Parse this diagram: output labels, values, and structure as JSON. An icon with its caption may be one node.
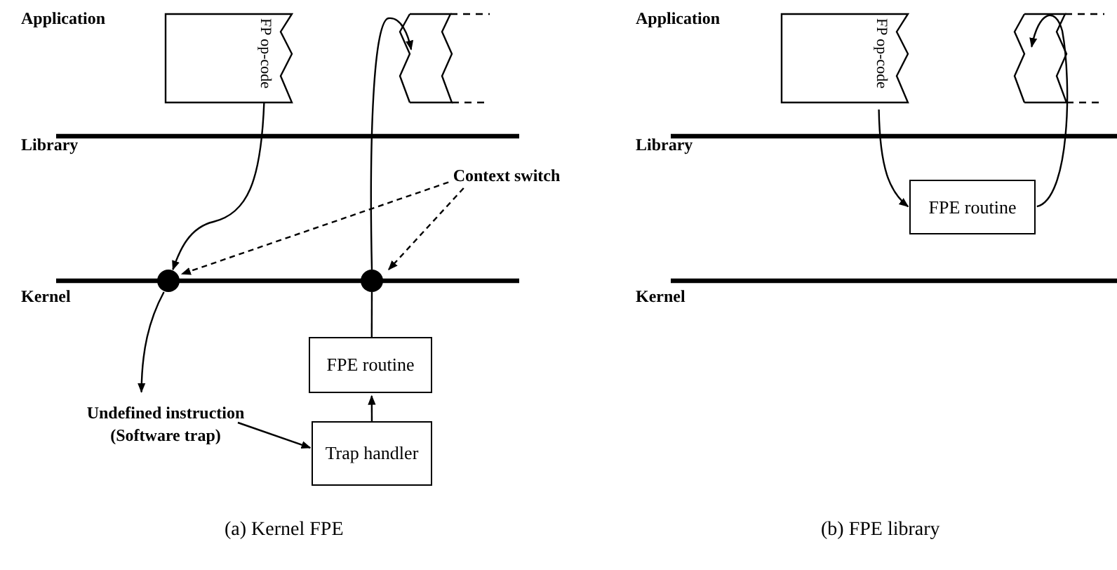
{
  "diagram": {
    "nodes": [
      {
        "text": [
          "FP op-code"
        ]
      },
      {
        "text": [],
        "shape": "box"
      },
      {
        "text": [],
        "shape": "circle"
      },
      {
        "text": [],
        "shape": "circle"
      },
      {
        "text": [
          "FPE routine"
        ]
      },
      {
        "text": [
          "Trap handler"
        ]
      },
      {
        "text": [
          "Context switch"
        ]
      },
      {
        "text": [
          "Undefined instruction (Software trap)"
        ]
      },
      {
        "text": [
          "FP op-code"
        ]
      },
      {
        "text": [],
        "shape": "box"
      },
      {
        "text": [
          "FPE routine"
        ]
      }
    ],
    "edges": [
      {
        "from": 0,
        "to": 2,
        "arrow": "to"
      },
      {
        "from": 2,
        "to": 7,
        "arrow": "to"
      },
      {
        "from": 7,
        "to": 5,
        "arrow": "to"
      },
      {
        "from": 5,
        "to": 4,
        "arrow": "to"
      },
      {
        "from": 4,
        "to": 3,
        "arrow": "none"
      },
      {
        "from": 3,
        "to": 1,
        "arrow": "to"
      },
      {
        "from": 6,
        "to": 2,
        "arrow": "to",
        "style": "dashed"
      },
      {
        "from": 6,
        "to": 3,
        "arrow": "to",
        "style": "dashed"
      },
      {
        "from": 8,
        "to": 10,
        "arrow": "to"
      },
      {
        "from": 10,
        "to": 9,
        "arrow": "to"
      }
    ],
    "labels": [
      "Application",
      "Library",
      "Kernel",
      "Application",
      "Library",
      "Kernel",
      "(a) Kernel FPE",
      "(b) FPE library"
    ]
  }
}
